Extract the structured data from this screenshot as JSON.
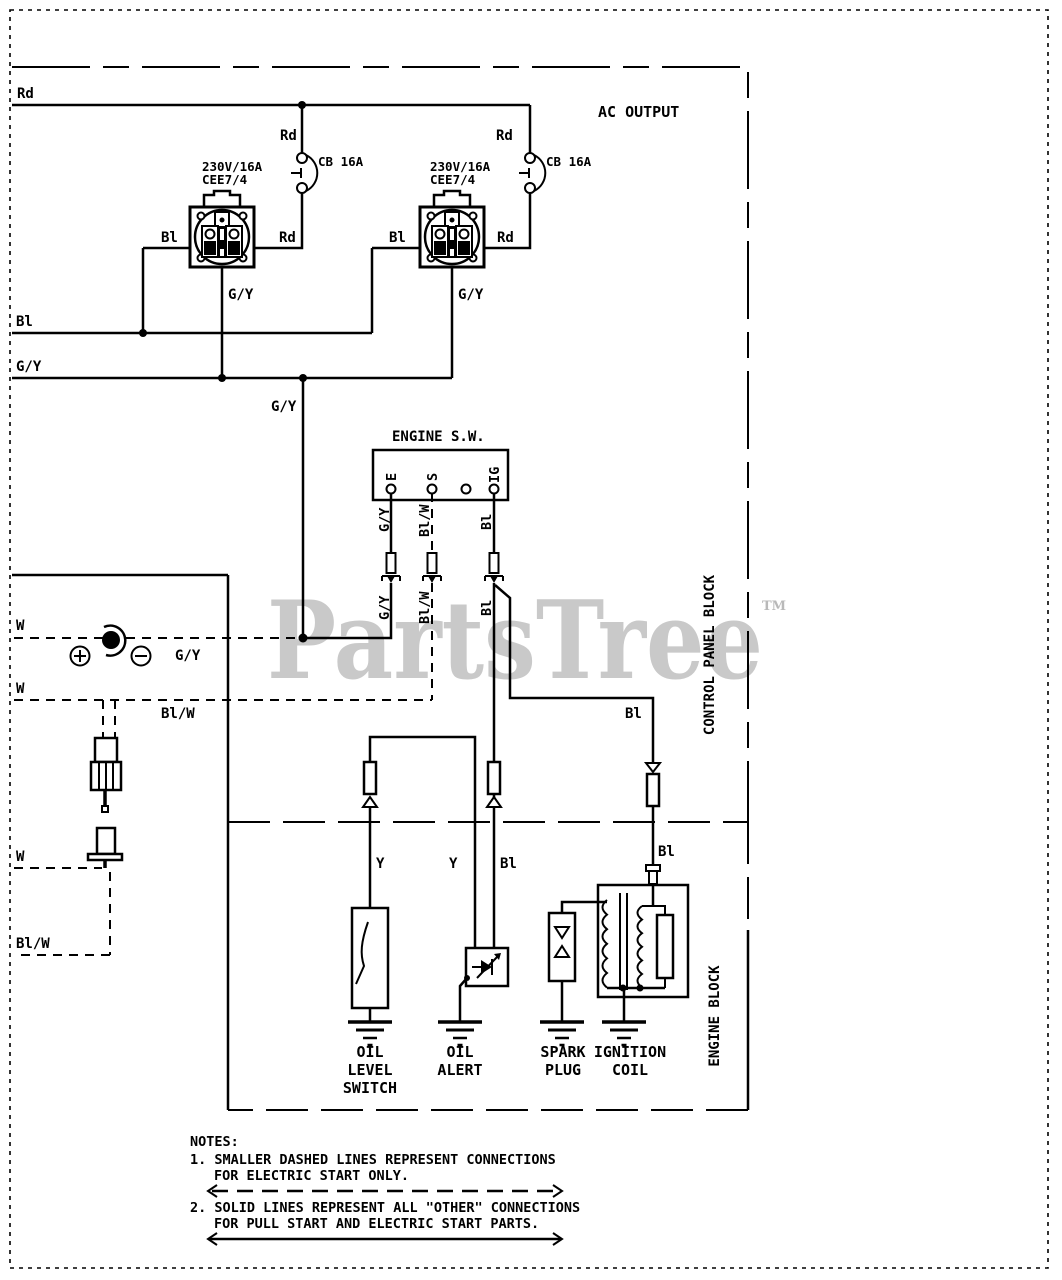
{
  "colors": {
    "ink": "#000000",
    "watermark": "#c9c9c9",
    "background": "#ffffff"
  },
  "watermark": {
    "text": "PartsTree",
    "tm": "TM"
  },
  "labels": {
    "rd": "Rd",
    "bl": "Bl",
    "gy": "G/Y",
    "blw": "Bl/W",
    "w": "W",
    "y": "Y"
  },
  "ac_output": {
    "title": "AC OUTPUT",
    "breaker": "CB 16A",
    "receptacle_rating": "230V/16A",
    "receptacle_type": "CEE7/4"
  },
  "engine_switch": {
    "title": "ENGINE S.W.",
    "terminal_e": "E",
    "terminal_s": "S",
    "terminal_ig": "IG"
  },
  "blocks": {
    "control_panel": "CONTROL PANEL BLOCK",
    "engine": "ENGINE BLOCK"
  },
  "components": {
    "oil_level_switch": [
      "OIL",
      "LEVEL",
      "SWITCH"
    ],
    "oil_alert": [
      "OIL",
      "ALERT"
    ],
    "spark_plug": [
      "SPARK",
      "PLUG"
    ],
    "ignition_coil": [
      "IGNITION",
      "COIL"
    ]
  },
  "notes": {
    "heading": "NOTES:",
    "note1_line1": "1. SMALLER DASHED LINES REPRESENT CONNECTIONS",
    "note1_line2": "FOR ELECTRIC START ONLY.",
    "note2_line1": "2. SOLID LINES REPRESENT ALL \"OTHER\" CONNECTIONS",
    "note2_line2": "FOR PULL START AND ELECTRIC START PARTS."
  }
}
